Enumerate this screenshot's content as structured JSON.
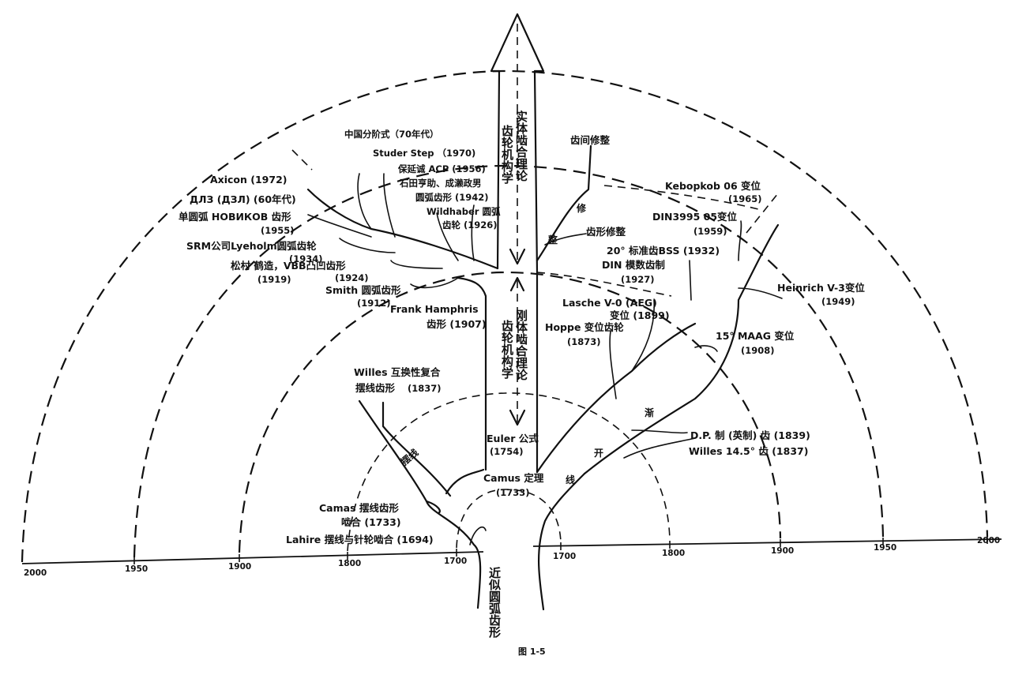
{
  "trunk_top": {
    "title": "实体啮合理论",
    "subtitle": "齿轮机构学"
  },
  "trunk_mid": {
    "title": "刚体啮合理论",
    "subtitle": "齿轮机构学"
  },
  "root_label": "近似圆弧齿形",
  "branch_left": "摆线",
  "branch_right_1": "渐",
  "branch_right_2": "开",
  "branch_right_3": "线",
  "branch_upper_1": "修",
  "branch_upper_2": "整",
  "axis_left_ticks": [
    "2000",
    "1950",
    "1900",
    "1800",
    "1700"
  ],
  "axis_right_ticks": [
    "1700",
    "1800",
    "1900",
    "1950",
    "2000"
  ],
  "figure_caption": "图 1-5",
  "labels": {
    "china_step": "中国分阶式（70年代）",
    "studer": "Studer Step （1970)",
    "hosaka": "保延诚 ACP (1956)",
    "ishida": "石田亨助、成濑政男",
    "circ_1942": "圆弧齿形 (1942)",
    "wildhaber": "Wildhaber 圆弧",
    "wildhaber_2": "齿轮 (1926)",
    "axicon": "Axicon (1972)",
    "dlz": "ДЛЗ (ДЗЛ) (60年代)",
    "novikov": "单圆弧 НОВИКОВ 齿形",
    "novikov_yr": "(1955)",
    "srm": "SRM公司Lyeholm圆弧齿轮",
    "srm_yr": "(1934)",
    "vbb": "松村 鹤造，VBB凸凹齿形",
    "vbb_yr": "(1924)",
    "yr_1919": "(1919)",
    "smith": "Smith 圆弧齿形",
    "smith_yr": "(1912)",
    "frank": "Frank Hamphris",
    "frank_2": "齿形 (1907)",
    "tooth_mod": "齿间修整",
    "profile_mod": "齿形修整",
    "kebop": "Kebopkob 06 变位",
    "kebop_yr": "(1965)",
    "din3995": "DIN3995 05变位",
    "din3995_yr": "(1959)",
    "bss": "20° 标准齿BSS (1932)",
    "din_mod": "DIN 模数齿制",
    "din_mod_yr": "(1927)",
    "heinrich": "Heinrich V-3变位",
    "heinrich_yr": "(1949)",
    "lasche": "Lasche V-0 (AEG)",
    "lasche_2": "变位 (1899)",
    "hoppe": "Hoppe 变位齿轮",
    "hoppe_yr": "(1873)",
    "maag": "15° MAAG 变位",
    "maag_yr": "(1908)",
    "willes": "Willes 互换性复合",
    "willes_2": "摆线齿形",
    "willes_yr": "(1837)",
    "euler": "Euler 公式",
    "euler_yr": "(1754)",
    "camus": "Camus 定理",
    "camus_yr": "(1733)",
    "dp": "D.P. 制 (英制) 齿 (1839)",
    "willes145": "Willes 14.5° 齿 (1837)",
    "camas": "Camas 摆线齿形",
    "camas_2": "啮合 (1733)",
    "lahire": "Lahire 摆线与针轮啮合 (1694)"
  }
}
